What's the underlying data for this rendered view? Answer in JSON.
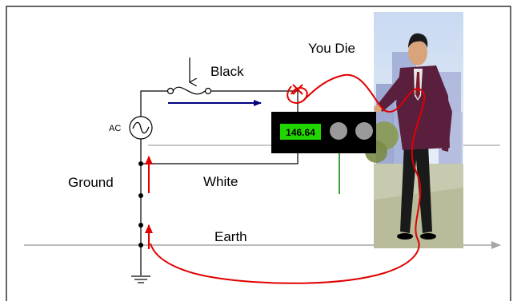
{
  "labels": {
    "black": "Black",
    "you_die": "You Die",
    "ac": "AC",
    "ground": "Ground",
    "white": "White",
    "earth": "Earth"
  },
  "meter": {
    "reading": "146.64",
    "display_color": "#22d600"
  },
  "colors": {
    "outline": "#000000",
    "current_flow": "#000080",
    "fault_path": "#e00000",
    "earth_line": "#a6a6a6",
    "probe": "#008000"
  }
}
